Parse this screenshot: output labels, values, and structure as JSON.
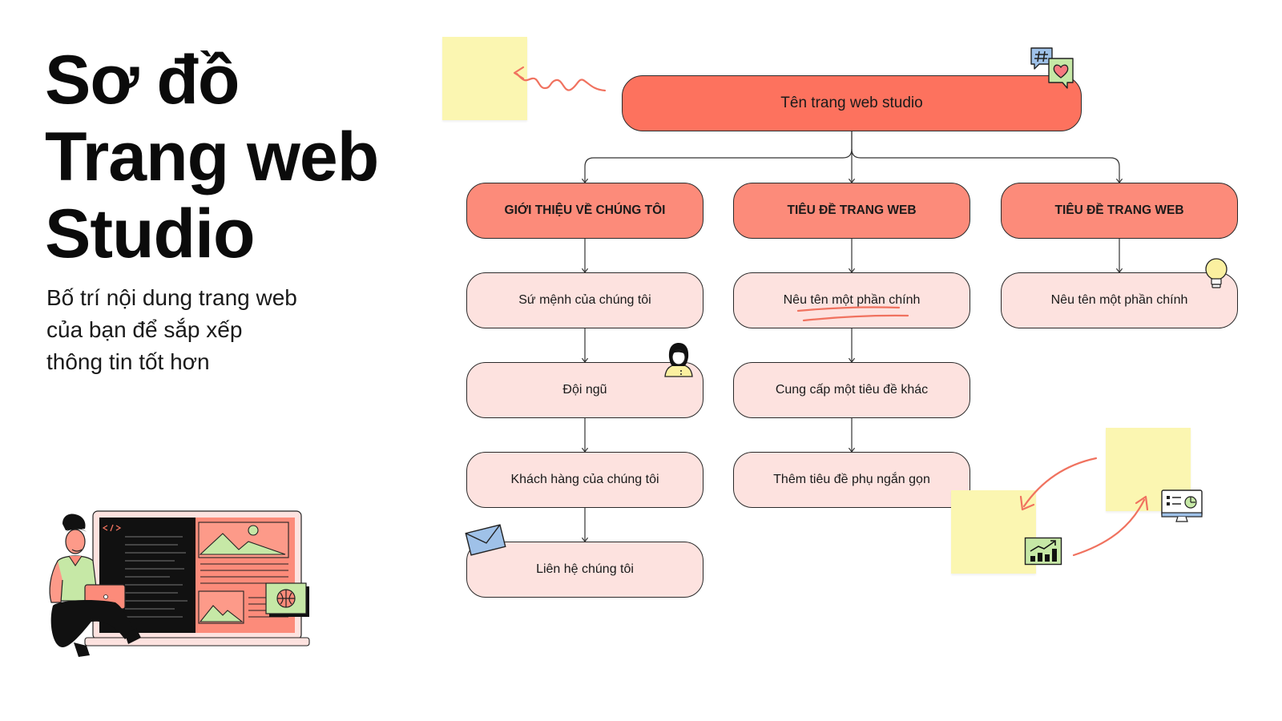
{
  "title": {
    "line1": "Sơ đồ",
    "line2": "Trang web",
    "line3": "Studio"
  },
  "subtitle": {
    "line1": "Bố trí nội dung trang web",
    "line2": "của bạn để sắp xếp",
    "line3": "thông tin tốt hơn"
  },
  "sitemap": {
    "root": "Tên trang web studio",
    "columns": [
      {
        "heading": "GIỚI THIỆU VỀ CHÚNG TÔI",
        "items": [
          "Sứ mệnh của chúng tôi",
          "Đội ngũ",
          "Khách hàng của chúng tôi",
          "Liên hệ chúng tôi"
        ]
      },
      {
        "heading": "TIÊU ĐỀ TRANG WEB",
        "items": [
          "Nêu tên một phần chính",
          "Cung cấp một tiêu đề khác",
          "Thêm tiêu đề phụ ngắn gọn"
        ]
      },
      {
        "heading": "TIÊU ĐỀ TRANG WEB",
        "items": [
          "Nêu tên một phần chính"
        ]
      }
    ]
  },
  "colors": {
    "root_fill": "#fd725e",
    "heading_fill": "#fc8b7a",
    "leaf_fill": "#fde2df",
    "sticky_note": "#fbf6b1",
    "accent_arrow": "#f0725f",
    "illustration_green": "#c6e8a6"
  },
  "icons": [
    "hashtag-chat-icon",
    "heart-chat-icon",
    "lightbulb-icon",
    "person-avatar-icon",
    "envelope-icon",
    "growth-chart-icon",
    "dashboard-monitor-icon",
    "globe-icon",
    "code-icon"
  ]
}
